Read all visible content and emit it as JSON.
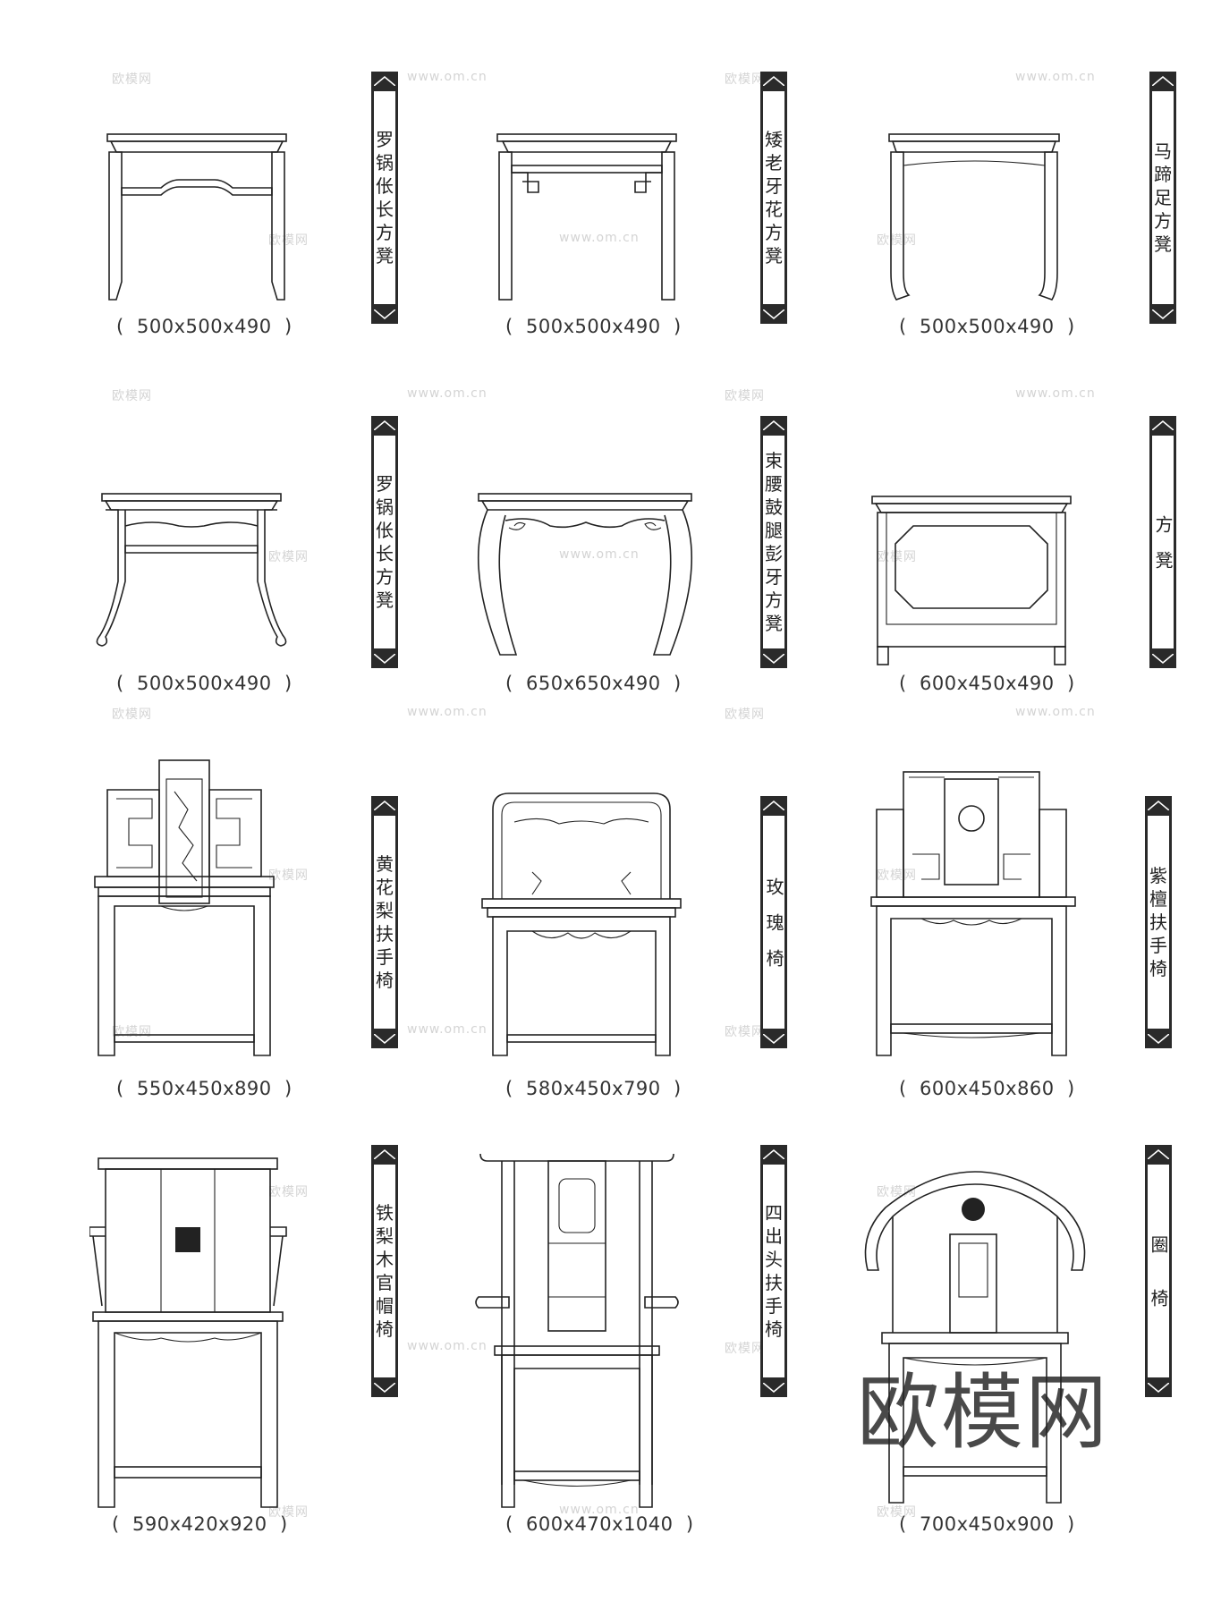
{
  "items": [
    {
      "name": "罗锅伥长方凳",
      "dims": "(  500x500x490  )"
    },
    {
      "name": "矮老牙花方凳",
      "dims": "(  500x500x490  )"
    },
    {
      "name": "马蹄足方凳",
      "dims": "(  500x500x490  )"
    },
    {
      "name": "罗锅伥长方凳",
      "dims": "(  500x500x490  )"
    },
    {
      "name": "束腰鼓腿彭牙方凳",
      "dims": "(  650x650x490  )"
    },
    {
      "name": "方　凳",
      "dims": "(  600x450x490  )"
    },
    {
      "name": "黄花梨扶手椅",
      "dims": "(  550x450x890  )"
    },
    {
      "name": "玫　瑰　椅",
      "dims": "(  580x450x790  )"
    },
    {
      "name": "紫檀扶手椅",
      "dims": "(  600x450x860  )"
    },
    {
      "name": "铁梨木官帽椅",
      "dims": "(  590x420x920  )"
    },
    {
      "name": "四出头扶手椅",
      "dims": "(  600x470x1040  )"
    },
    {
      "name": "圈　　椅",
      "dims": "(  700x450x900  )"
    }
  ],
  "watermarks": {
    "brand": "欧模网",
    "url": "www.om.cn",
    "big": "欧模网"
  }
}
